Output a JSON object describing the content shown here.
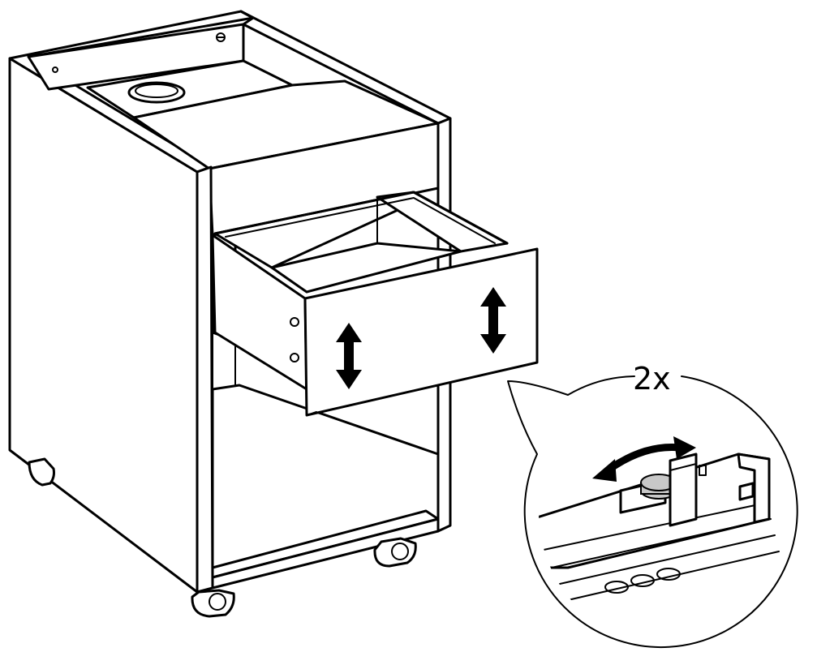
{
  "instruction": {
    "quantity_label": "2x"
  },
  "colors": {
    "line": "#000000",
    "background": "#ffffff",
    "shade": "#c8c8c8"
  },
  "icons": {
    "drawer_arrows": "double-headed-vertical-arrow",
    "detail_arrow": "curved-double-headed-arrow"
  }
}
